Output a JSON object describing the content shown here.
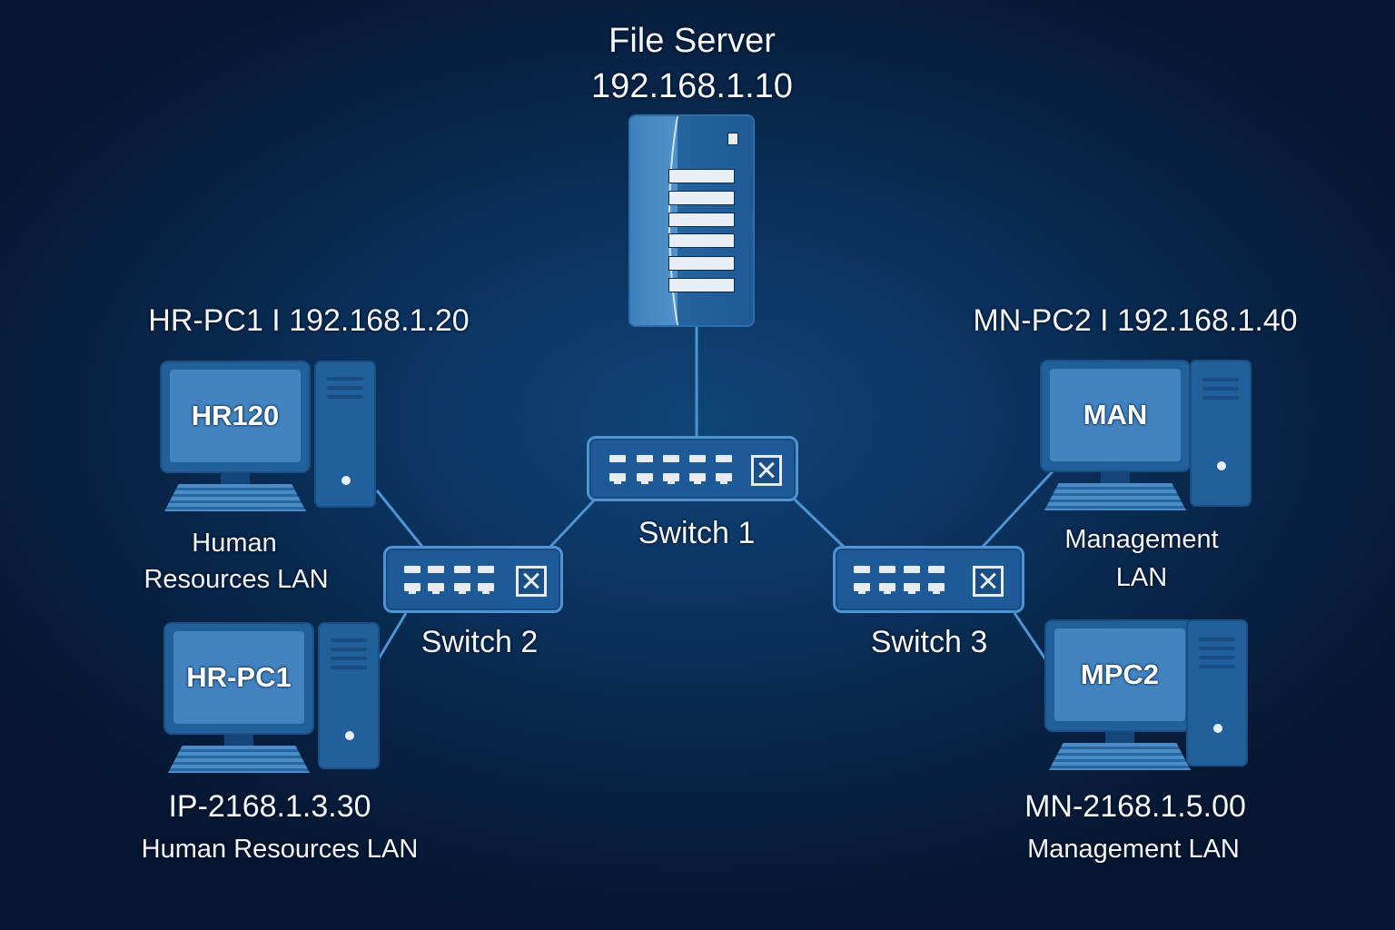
{
  "diagram": {
    "type": "network-topology",
    "colors": {
      "background": "#0b3462",
      "device": "#22609c",
      "screen": "#4384c0",
      "link": "#4f93d0",
      "text": "#f3f6fa"
    },
    "server": {
      "name": "File Server",
      "ip": "192.168.1.10",
      "icon": "server-icon"
    },
    "switches": [
      {
        "id": "switch1",
        "label": "Switch 1",
        "ports": 5,
        "icon": "network-switch-icon"
      },
      {
        "id": "switch2",
        "label": "Switch 2",
        "ports": 4,
        "icon": "network-switch-icon"
      },
      {
        "id": "switch3",
        "label": "Switch 3",
        "ports": 4,
        "icon": "network-switch-icon"
      }
    ],
    "pcs": [
      {
        "id": "hr-top",
        "title": "HR-PC1 I 192.168.1.20",
        "screen": "HR120",
        "caption_line1": "Human",
        "caption_line2": "Resources LAN",
        "icon": "desktop-computer-icon"
      },
      {
        "id": "hr-bottom",
        "title": "",
        "screen": "HR-PC1",
        "caption_line1": "IP-2168.1.3.30",
        "caption_line2": "Human Resources LAN",
        "icon": "desktop-computer-icon"
      },
      {
        "id": "mn-top",
        "title": "MN-PC2 I 192.168.1.40",
        "screen": "MAN",
        "caption_line1": "Management",
        "caption_line2": "LAN",
        "icon": "desktop-computer-icon"
      },
      {
        "id": "mn-bottom",
        "title": "",
        "screen": "MPC2",
        "caption_line1": "MN-2168.1.5.00",
        "caption_line2": "Management LAN",
        "icon": "desktop-computer-icon"
      }
    ],
    "links": [
      {
        "from": "server",
        "to": "switch1"
      },
      {
        "from": "switch1",
        "to": "switch2"
      },
      {
        "from": "switch1",
        "to": "switch3"
      },
      {
        "from": "switch2",
        "to": "hr-top"
      },
      {
        "from": "switch2",
        "to": "hr-bottom"
      },
      {
        "from": "switch3",
        "to": "mn-top"
      },
      {
        "from": "switch3",
        "to": "mn-bottom"
      }
    ]
  }
}
